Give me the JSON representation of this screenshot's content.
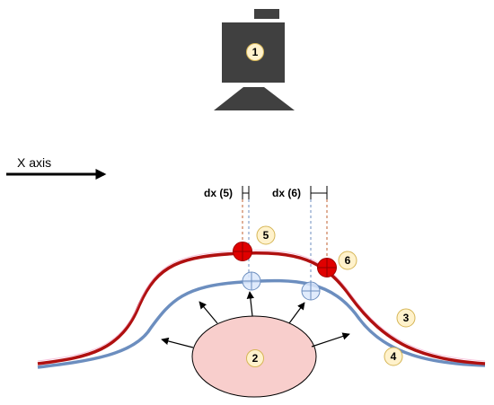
{
  "axis": {
    "label": "X axis"
  },
  "dx_labels": {
    "dx5": "dx (5)",
    "dx6": "dx (6)"
  },
  "badges": {
    "camera": "1",
    "object": "2",
    "red_curve": "3",
    "blue_curve": "4",
    "point5": "5",
    "point6": "6"
  },
  "colors": {
    "camera": "#404040",
    "red_curve": "#b01010",
    "blue_curve": "#6c8ebf",
    "object_fill": "#f8cecc",
    "red_point": "#e00000",
    "blue_point_fill": "#dae8fc",
    "badge_fill": "#fff2cc"
  }
}
